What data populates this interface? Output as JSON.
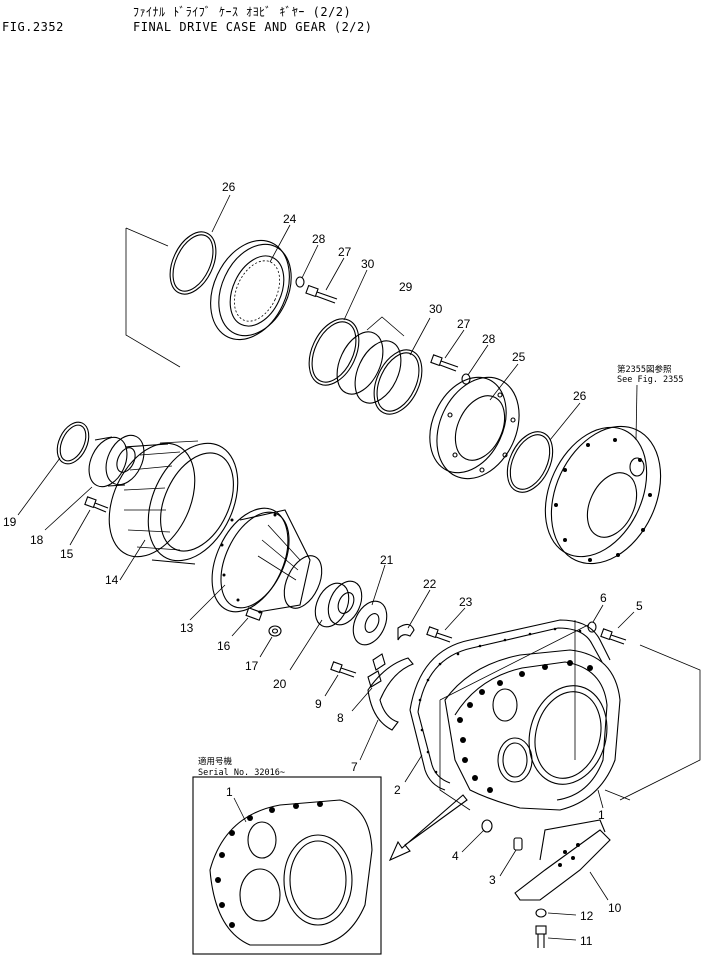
{
  "header": {
    "fig_no": "FIG.2352",
    "title_jp": "ﾌｧｲﾅﾙ ﾄﾞﾗｲﾌﾞ ｹｰｽ ｵﾖﾋﾞ ｷﾞﾔｰ (2/2)",
    "title_en": "FINAL DRIVE CASE AND GEAR (2/2)"
  },
  "references": {
    "see_fig_jp": "第2355図参照",
    "see_fig_en": "See Fig. 2355",
    "serial_jp": "適用号機",
    "serial_en": "Serial No. 32016~"
  },
  "callouts": [
    "26",
    "24",
    "28",
    "27",
    "30",
    "29",
    "30",
    "27",
    "28",
    "25",
    "26",
    "19",
    "18",
    "15",
    "14",
    "13",
    "16",
    "17",
    "20",
    "21",
    "22",
    "23",
    "9",
    "8",
    "7",
    "2",
    "6",
    "5",
    "1",
    "4",
    "3",
    "10",
    "12",
    "11",
    "1"
  ]
}
